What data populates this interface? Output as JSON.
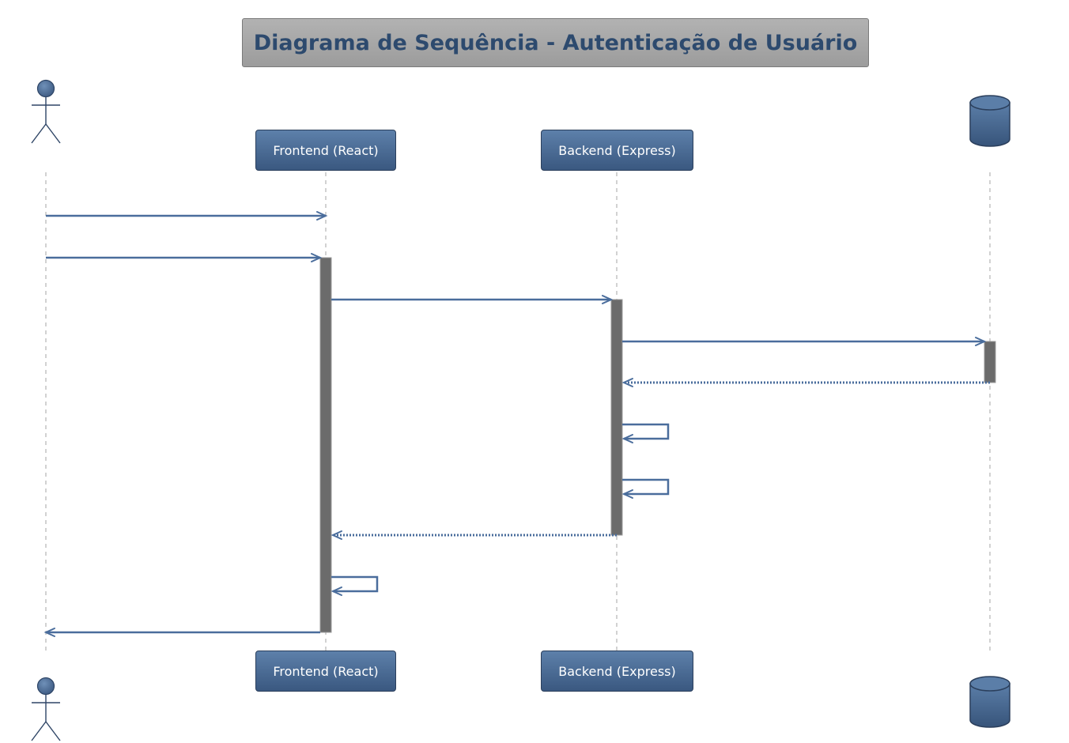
{
  "title": "Diagrama de Sequência - Autenticação de Usuário",
  "participants": [
    {
      "id": "user",
      "kind": "actor",
      "label": ""
    },
    {
      "id": "frontend",
      "kind": "box",
      "label": "Frontend (React)"
    },
    {
      "id": "backend",
      "kind": "box",
      "label": "Backend (Express)"
    },
    {
      "id": "database",
      "kind": "database",
      "label": ""
    }
  ],
  "messages": [
    {
      "from": "user",
      "to": "frontend",
      "style": "sync",
      "label": ""
    },
    {
      "from": "user",
      "to": "frontend",
      "style": "sync",
      "label": ""
    },
    {
      "from": "frontend",
      "to": "backend",
      "style": "sync",
      "label": ""
    },
    {
      "from": "backend",
      "to": "database",
      "style": "sync",
      "label": ""
    },
    {
      "from": "database",
      "to": "backend",
      "style": "return",
      "label": ""
    },
    {
      "from": "backend",
      "to": "backend",
      "style": "self",
      "label": ""
    },
    {
      "from": "backend",
      "to": "backend",
      "style": "self",
      "label": ""
    },
    {
      "from": "backend",
      "to": "frontend",
      "style": "return",
      "label": ""
    },
    {
      "from": "frontend",
      "to": "frontend",
      "style": "self",
      "label": ""
    },
    {
      "from": "frontend",
      "to": "user",
      "style": "sync",
      "label": ""
    }
  ],
  "activations": [
    {
      "participant": "frontend",
      "from_message": 1,
      "to_message": 9
    },
    {
      "participant": "backend",
      "from_message": 2,
      "to_message": 7
    },
    {
      "participant": "database",
      "from_message": 3,
      "to_message": 4
    }
  ],
  "colors": {
    "arrow": "#4a6d9c",
    "activation": "#6b6b6b",
    "lifeline": "#a6a6a6",
    "title_text": "#2d4a6e",
    "participant_fill": "#4a6a92"
  }
}
